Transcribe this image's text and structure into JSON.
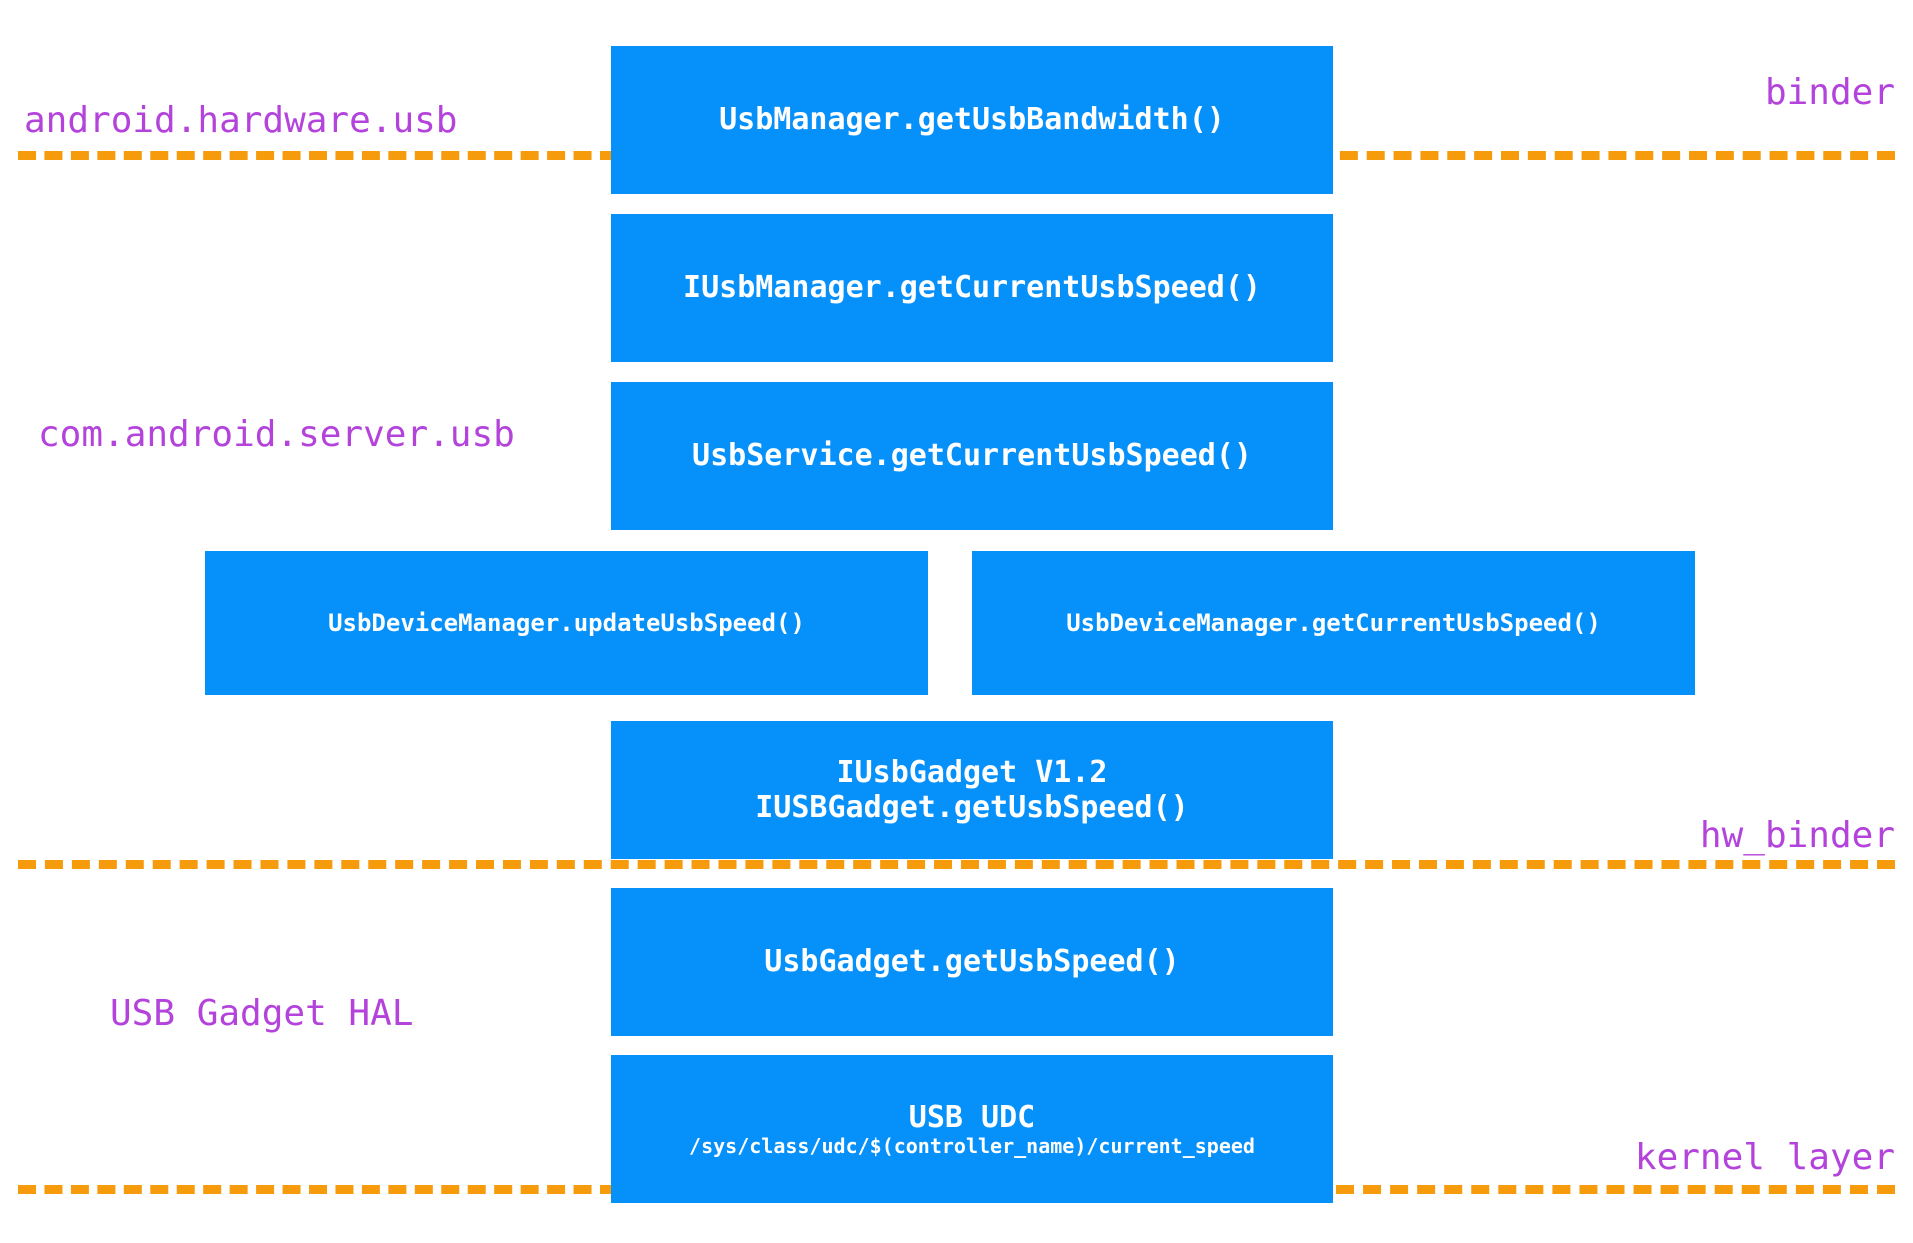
{
  "diagram": {
    "title": "Android USB speed query call-flow stack",
    "colors": {
      "box_fill": "#0690FA",
      "box_text": "#FFFFFF",
      "boundary_line": "#F59B0C",
      "layer_label": "#B343DB",
      "background": "#FFFFFF"
    },
    "layer_labels": [
      {
        "id": "android-hardware-usb",
        "text": "android.hardware.usb"
      },
      {
        "id": "binder",
        "text": "binder"
      },
      {
        "id": "com-android-server-usb",
        "text": "com.android.server.usb"
      },
      {
        "id": "hw-binder",
        "text": "hw_binder"
      },
      {
        "id": "usb-gadget-hal",
        "text": "USB Gadget HAL"
      },
      {
        "id": "kernel-layer",
        "text": "kernel layer"
      }
    ],
    "boundaries": [
      {
        "id": "binder-boundary",
        "label": "binder"
      },
      {
        "id": "hw-binder-boundary",
        "label": "hw_binder"
      },
      {
        "id": "kernel-boundary",
        "label": "kernel layer"
      }
    ],
    "boxes": [
      {
        "id": "usbmanager-getusbbandwidth",
        "line1": "UsbManager.getUsbBandwidth()",
        "line2": ""
      },
      {
        "id": "iusbmanager-getcurrentusbspeed",
        "line1": "IUsbManager.getCurrentUsbSpeed()",
        "line2": ""
      },
      {
        "id": "usbservice-getcurrentusbspeed",
        "line1": "UsbService.getCurrentUsbSpeed()",
        "line2": ""
      },
      {
        "id": "usbdevicemanager-updateusbspeed",
        "line1": "UsbDeviceManager.updateUsbSpeed()",
        "line2": ""
      },
      {
        "id": "usbdevicemanager-getcurrentusbspeed",
        "line1": "UsbDeviceManager.getCurrentUsbSpeed()",
        "line2": ""
      },
      {
        "id": "iusbgadget",
        "line1": "IUsbGadget V1.2",
        "line2": "IUSBGadget.getUsbSpeed()"
      },
      {
        "id": "usbgadget-getusbspeed",
        "line1": "UsbGadget.getUsbSpeed()",
        "line2": ""
      },
      {
        "id": "usb-udc",
        "line1": "USB UDC",
        "line2": "/sys/class/udc/$(controller_name)/current_speed"
      }
    ]
  }
}
